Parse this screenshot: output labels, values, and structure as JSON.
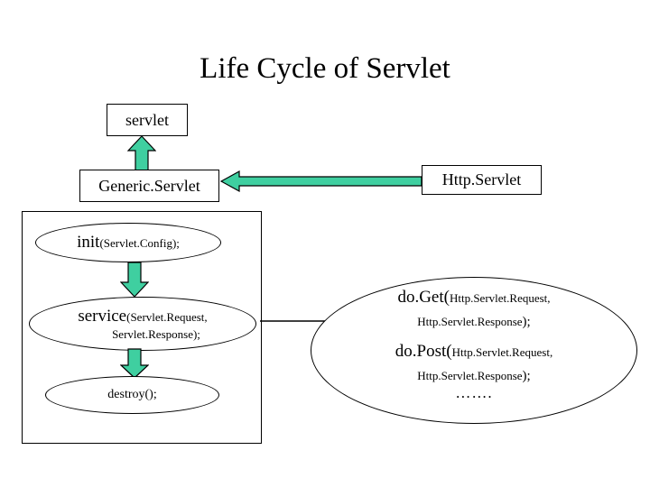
{
  "title": "Life Cycle of Servlet",
  "boxes": {
    "servlet": "servlet",
    "generic_servlet": "Generic.Servlet",
    "http_servlet": "Http.Servlet"
  },
  "lifecycle": {
    "init": {
      "method": "init",
      "args": "(Servlet.Config);"
    },
    "service": {
      "method": "service",
      "args_line1": "(Servlet.Request,",
      "args_line2": "Servlet.Response);"
    },
    "destroy": {
      "text": "destroy();"
    }
  },
  "http_methods": {
    "do_get": "do.Get(",
    "do_get_arg1": "Http.Servlet.Request,",
    "do_get_arg2": "Http.Servlet.Response",
    "do_get_end": ");",
    "do_post": "do.Post(",
    "do_post_arg1": "Http.Servlet.Request,",
    "do_post_arg2": "Http.Servlet.Response",
    "do_post_end": ");",
    "ellipsis": "……."
  },
  "colors": {
    "arrow_fill": "#3FCFA0",
    "arrow_stroke": "#000000",
    "background": "#ffffff",
    "text": "#000000"
  },
  "icons": {
    "arrow_up": "arrow-up-icon",
    "arrow_left": "arrow-left-icon",
    "arrow_down": "arrow-down-icon",
    "arrow_right": "arrow-right-icon"
  }
}
